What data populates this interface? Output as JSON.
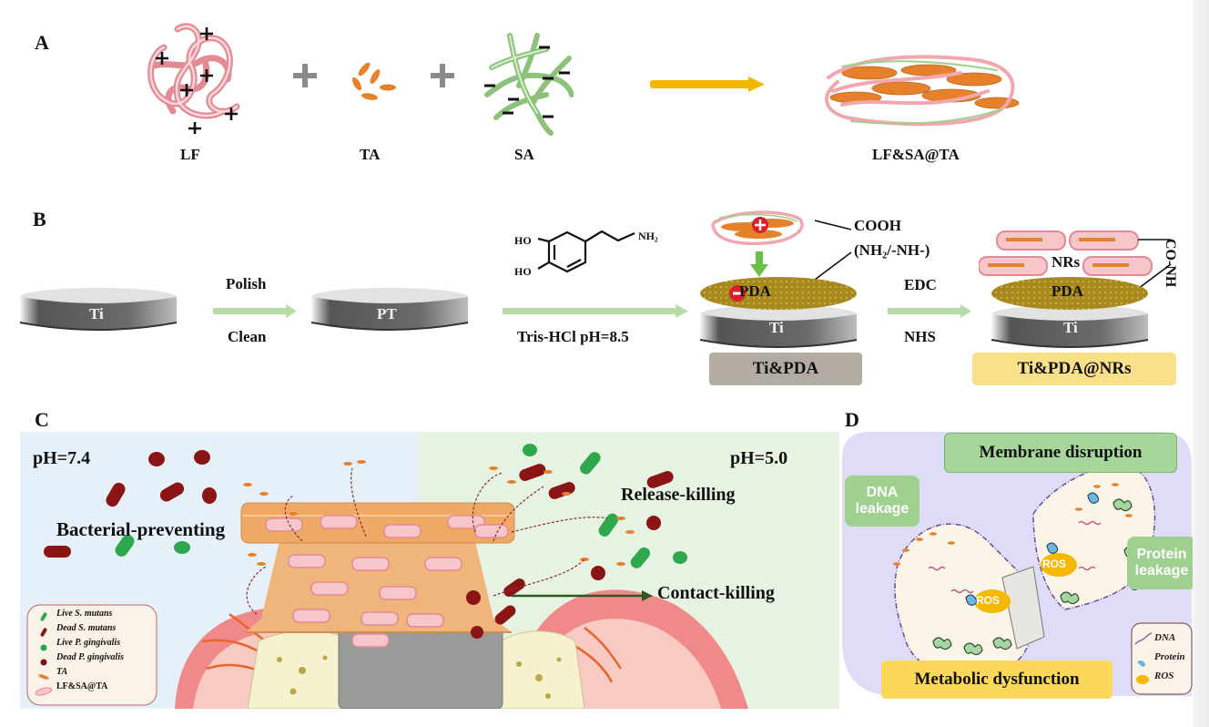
{
  "panel_a": {
    "letter": "A",
    "components": [
      {
        "label": "LF",
        "icon": "lactoferrin-positive-protein",
        "charge": "+"
      },
      {
        "label": "TA",
        "icon": "tannic-acid-particles"
      },
      {
        "label": "SA",
        "icon": "sodium-alginate-negative-chains",
        "charge": "−"
      }
    ],
    "plus_symbol": "+",
    "product_label": "LF&SA@TA",
    "colors": {
      "lf": "#f2a7ad",
      "ta": "#e5812b",
      "sa": "#9fd08a",
      "arrow": "#f2b705",
      "plus": "#8a8a8a"
    }
  },
  "panel_b": {
    "letter": "B",
    "disk1_label": "Ti",
    "step1_top": "Polish",
    "step1_bottom": "Clean",
    "disk2_label": "PT",
    "dopamine": {
      "ho_top": "HO",
      "ho_bottom": "HO",
      "amine": "NH₂"
    },
    "step2_bottom": "Tris-HCl pH=8.5",
    "coating_label": "PDA",
    "disk3_label": "Ti",
    "group_cooh": "COOH",
    "group_amine": "(NH₂/-NH-)",
    "stage3_name": "Ti&PDA",
    "step3_top": "EDC",
    "step3_bottom": "NHS",
    "nrs_label": "NRs",
    "coating4_label": "PDA",
    "disk4_label": "Ti",
    "bond_label": "CO-NH",
    "stage4_name": "Ti&PDA@NRs",
    "positive_sign": "+",
    "negative_sign": "−",
    "colors": {
      "disk": "#5a5a5a",
      "pda": "#a88a1c",
      "arrow": "#b8dca8",
      "stage3_box": "#b3aca2",
      "stage4_box": "#fbe08a"
    }
  },
  "panel_c": {
    "letter": "C",
    "left_ph": "pH=7.4",
    "right_ph": "pH=5.0",
    "left_mode": "Bacterial-preventing",
    "right_mode_1": "Release-killing",
    "right_mode_2": "Contact-killing",
    "legend": [
      {
        "icon": "live-s-mutans",
        "label": "Live S. mutans",
        "color": "#2ea84f"
      },
      {
        "icon": "dead-s-mutans",
        "label": "Dead  S. mutans",
        "color": "#8b1414"
      },
      {
        "icon": "live-p-gingivalis",
        "label": "Live P. gingivalis",
        "color": "#21a84a"
      },
      {
        "icon": "dead-p-gingivalis",
        "label": "Dead P. gingivalis",
        "color": "#7d0f12"
      },
      {
        "icon": "ta",
        "label": "TA",
        "color": "#e5812b"
      },
      {
        "icon": "lf-sa-ta",
        "label": "LF&SA@TA",
        "color": "#f2a7ad"
      }
    ],
    "colors": {
      "left_bg": "#e6f0f8",
      "right_bg": "#e6f3e3",
      "implant": "#f0b57a",
      "gum": "#f08a8a",
      "bone": "#f6f1cf",
      "abutment": "#9a9a9a"
    }
  },
  "panel_d": {
    "letter": "D",
    "top_box": "Membrane disruption",
    "left_box": "DNA\nleakage",
    "right_box": "Protein\nleakage",
    "ros_label": "ROS",
    "bottom_box": "Metabolic dysfunction",
    "legend": [
      {
        "icon": "dna",
        "label": "DNA"
      },
      {
        "icon": "protein",
        "label": "Protein"
      },
      {
        "icon": "ros",
        "label": "ROS"
      }
    ],
    "colors": {
      "bg": "#dedcf6",
      "green_box": "#9fd08f",
      "yellow_box": "#fbd85a",
      "ros": "#f6b800",
      "cell": "#fbf5e8"
    }
  }
}
